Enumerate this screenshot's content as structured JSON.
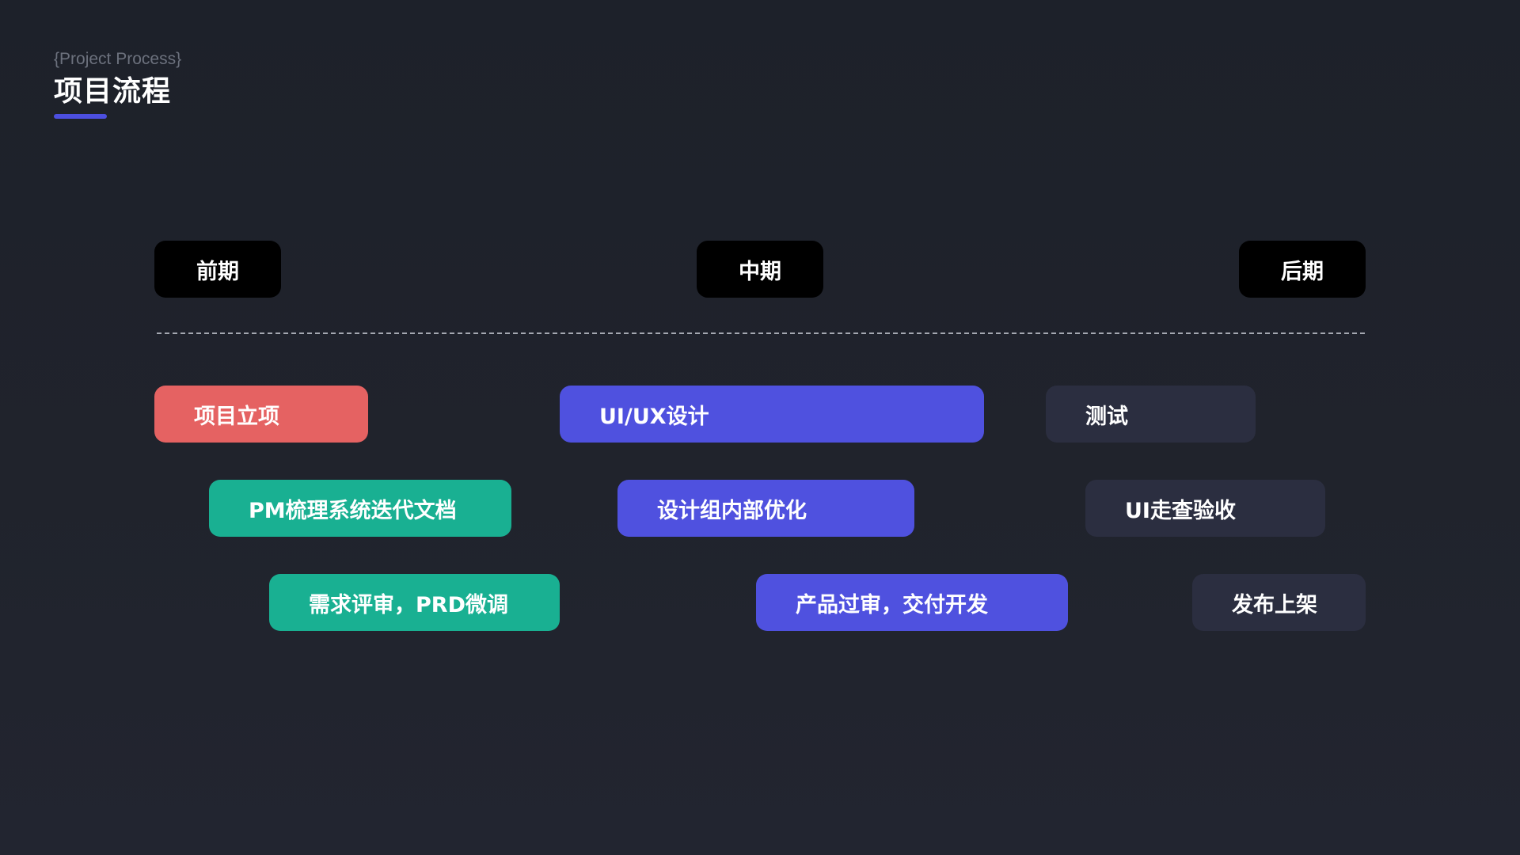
{
  "header": {
    "subtitle": "{Project Process}",
    "title": "项目流程",
    "accent_color": "#4c4fe0"
  },
  "phases": [
    {
      "label": "前期"
    },
    {
      "label": "中期"
    },
    {
      "label": "后期"
    }
  ],
  "tasks": {
    "early": [
      {
        "label": "项目立项",
        "color": "#e56262"
      },
      {
        "label": "PM梳理系统迭代文档",
        "color": "#19b092"
      },
      {
        "label": "需求评审，PRD微调",
        "color": "#19b092"
      }
    ],
    "middle": [
      {
        "label": "UI/UX设计",
        "color": "#4f51df"
      },
      {
        "label": "设计组内部优化",
        "color": "#4f51df"
      },
      {
        "label": "产品过审，交付开发",
        "color": "#4f51df"
      }
    ],
    "late": [
      {
        "label": "测试",
        "color": "#2b2e40"
      },
      {
        "label": "UI走查验收",
        "color": "#2b2e40"
      },
      {
        "label": "发布上架",
        "color": "#2b2e40"
      }
    ]
  }
}
